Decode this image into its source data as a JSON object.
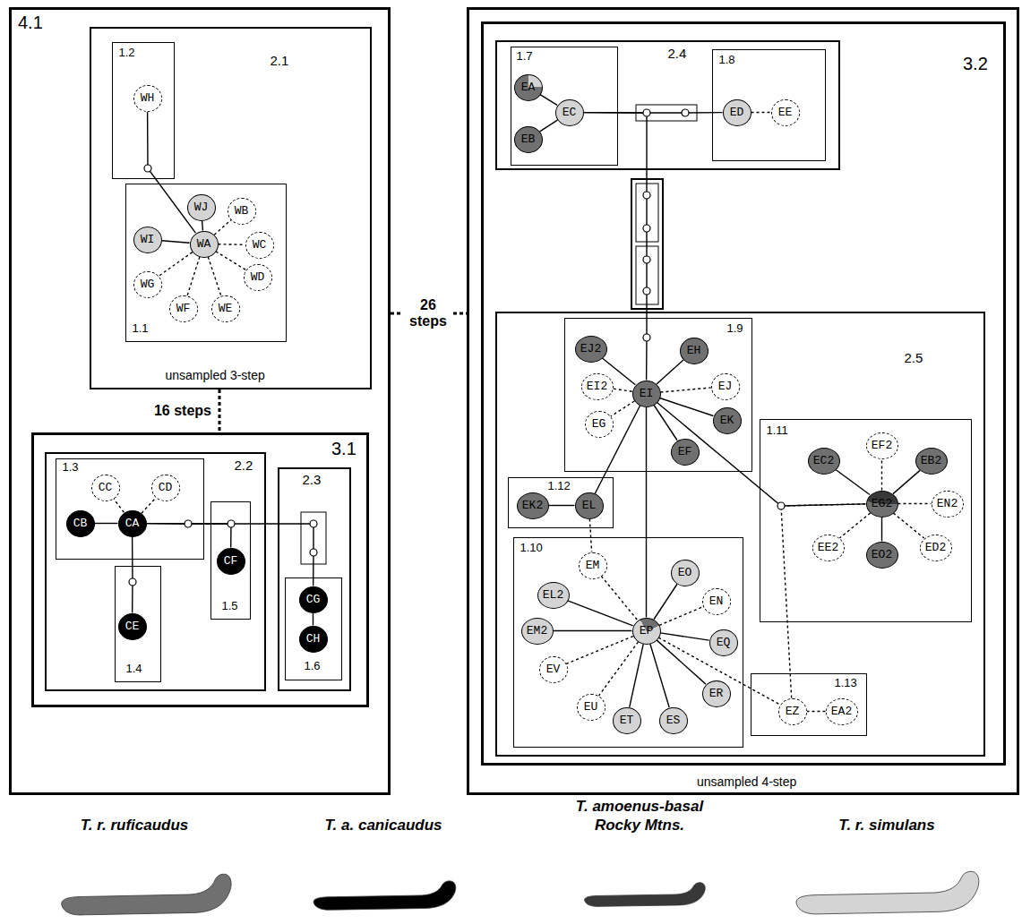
{
  "diagram": {
    "nodes": [
      {
        "text": [
          "4.1"
        ]
      },
      {
        "text": [
          "2.1",
          "unsampled 3-step"
        ],
        "in": 0
      },
      {
        "text": [
          "1.2"
        ],
        "in": 1
      },
      {
        "text": [
          "WH"
        ],
        "in": 2
      },
      {
        "text": [
          "1.1"
        ],
        "in": 1
      },
      {
        "text": [
          "WJ"
        ],
        "in": 4
      },
      {
        "text": [
          "WB"
        ],
        "in": 4
      },
      {
        "text": [
          "WI"
        ],
        "in": 4
      },
      {
        "text": [
          "WA"
        ],
        "in": 4
      },
      {
        "text": [
          "WC"
        ],
        "in": 4
      },
      {
        "text": [
          "WG"
        ],
        "in": 4
      },
      {
        "text": [
          "WD"
        ],
        "in": 4
      },
      {
        "text": [
          "WF"
        ],
        "in": 4
      },
      {
        "text": [
          "WE"
        ],
        "in": 4
      },
      {
        "text": [
          "3.1"
        ],
        "in": 0
      },
      {
        "text": [
          "2.2"
        ],
        "in": 14
      },
      {
        "text": [
          "1.3"
        ],
        "in": 15
      },
      {
        "text": [
          "CC"
        ],
        "in": 16
      },
      {
        "text": [
          "CD"
        ],
        "in": 16
      },
      {
        "text": [
          "CB"
        ],
        "in": 16
      },
      {
        "text": [
          "CA"
        ],
        "in": 16
      },
      {
        "text": [
          "1.5"
        ],
        "in": 15
      },
      {
        "text": [
          "CF"
        ],
        "in": 21
      },
      {
        "text": [
          "1.4"
        ],
        "in": 15
      },
      {
        "text": [
          "CE"
        ],
        "in": 23
      },
      {
        "text": [
          "2.3"
        ],
        "in": 14
      },
      {
        "text": [
          "1.6"
        ],
        "in": 25
      },
      {
        "text": [
          "CG"
        ],
        "in": 26
      },
      {
        "text": [
          "CH"
        ],
        "in": 26
      },
      {
        "text": [
          "unsampled 4-step"
        ]
      },
      {
        "text": [
          "3.2"
        ],
        "in": 29
      },
      {
        "text": [
          "2.4"
        ],
        "in": 30
      },
      {
        "text": [
          "1.7"
        ],
        "in": 31
      },
      {
        "text": [
          "EA"
        ],
        "in": 32
      },
      {
        "text": [
          "EC"
        ],
        "in": 32
      },
      {
        "text": [
          "EB"
        ],
        "in": 32
      },
      {
        "text": [
          "1.8"
        ],
        "in": 31
      },
      {
        "text": [
          "ED"
        ],
        "in": 36
      },
      {
        "text": [
          "EE"
        ],
        "in": 36
      },
      {
        "text": [
          "2.5"
        ],
        "in": 30
      },
      {
        "text": [
          "1.9"
        ],
        "in": 39
      },
      {
        "text": [
          "EJ2"
        ],
        "in": 40
      },
      {
        "text": [
          "EH"
        ],
        "in": 40
      },
      {
        "text": [
          "EI2"
        ],
        "in": 40
      },
      {
        "text": [
          "EJ"
        ],
        "in": 40
      },
      {
        "text": [
          "EI"
        ],
        "in": 40
      },
      {
        "text": [
          "EG"
        ],
        "in": 40
      },
      {
        "text": [
          "EK"
        ],
        "in": 40
      },
      {
        "text": [
          "EF"
        ],
        "in": 40
      },
      {
        "text": [
          "1.11"
        ],
        "in": 39
      },
      {
        "text": [
          "EC2"
        ],
        "in": 49
      },
      {
        "text": [
          "EF2"
        ],
        "in": 49
      },
      {
        "text": [
          "EB2"
        ],
        "in": 49
      },
      {
        "text": [
          "EG2"
        ],
        "in": 49
      },
      {
        "text": [
          "EN2"
        ],
        "in": 49
      },
      {
        "text": [
          "EE2"
        ],
        "in": 49
      },
      {
        "text": [
          "EO2"
        ],
        "in": 49
      },
      {
        "text": [
          "ED2"
        ],
        "in": 49
      },
      {
        "text": [
          "1.12"
        ],
        "in": 39
      },
      {
        "text": [
          "EK2"
        ],
        "in": 58
      },
      {
        "text": [
          "EL"
        ],
        "in": 58
      },
      {
        "text": [
          "1.10"
        ],
        "in": 39
      },
      {
        "text": [
          "EM"
        ],
        "in": 61
      },
      {
        "text": [
          "EO"
        ],
        "in": 61
      },
      {
        "text": [
          "EL2"
        ],
        "in": 61
      },
      {
        "text": [
          "EN"
        ],
        "in": 61
      },
      {
        "text": [
          "EM2"
        ],
        "in": 61
      },
      {
        "text": [
          "EP"
        ],
        "in": 61
      },
      {
        "text": [
          "EQ"
        ],
        "in": 61
      },
      {
        "text": [
          "EV"
        ],
        "in": 61
      },
      {
        "text": [
          "ER"
        ],
        "in": 61
      },
      {
        "text": [
          "EU"
        ],
        "in": 61
      },
      {
        "text": [
          "ET"
        ],
        "in": 61
      },
      {
        "text": [
          "ES"
        ],
        "in": 61
      },
      {
        "text": [
          "1.13"
        ],
        "in": 39
      },
      {
        "text": [
          "EZ"
        ],
        "in": 74
      },
      {
        "text": [
          "EA2"
        ],
        "in": 74
      }
    ],
    "edges": [
      {
        "from": 3,
        "to": 8,
        "arrow": "none"
      },
      {
        "from": 8,
        "to": 5,
        "arrow": "none"
      },
      {
        "from": 8,
        "to": 6,
        "arrow": "none"
      },
      {
        "from": 8,
        "to": 7,
        "arrow": "none"
      },
      {
        "from": 8,
        "to": 9,
        "arrow": "none"
      },
      {
        "from": 8,
        "to": 10,
        "arrow": "none"
      },
      {
        "from": 8,
        "to": 11,
        "arrow": "none"
      },
      {
        "from": 8,
        "to": 12,
        "arrow": "none"
      },
      {
        "from": 8,
        "to": 13,
        "arrow": "none"
      },
      {
        "from": 1,
        "to": 14,
        "label": "16 steps",
        "arrow": "none"
      },
      {
        "from": 0,
        "to": 29,
        "label": "26 steps",
        "arrow": "none"
      },
      {
        "from": 20,
        "to": 17,
        "arrow": "none"
      },
      {
        "from": 20,
        "to": 18,
        "arrow": "none"
      },
      {
        "from": 20,
        "to": 19,
        "arrow": "none"
      },
      {
        "from": 20,
        "to": 24,
        "arrow": "none"
      },
      {
        "from": 20,
        "to": 22,
        "arrow": "none"
      },
      {
        "from": 20,
        "to": 27,
        "arrow": "none"
      },
      {
        "from": 27,
        "to": 28,
        "arrow": "none"
      },
      {
        "from": 33,
        "to": 34,
        "arrow": "none"
      },
      {
        "from": 35,
        "to": 34,
        "arrow": "none"
      },
      {
        "from": 34,
        "to": 37,
        "arrow": "none"
      },
      {
        "from": 37,
        "to": 38,
        "arrow": "none"
      },
      {
        "from": 34,
        "to": 45,
        "arrow": "none"
      },
      {
        "from": 45,
        "to": 41,
        "arrow": "none"
      },
      {
        "from": 45,
        "to": 42,
        "arrow": "none"
      },
      {
        "from": 45,
        "to": 43,
        "arrow": "none"
      },
      {
        "from": 45,
        "to": 44,
        "arrow": "none"
      },
      {
        "from": 45,
        "to": 46,
        "arrow": "none"
      },
      {
        "from": 45,
        "to": 47,
        "arrow": "none"
      },
      {
        "from": 45,
        "to": 48,
        "arrow": "none"
      },
      {
        "from": 45,
        "to": 53,
        "arrow": "none"
      },
      {
        "from": 75,
        "to": 53,
        "arrow": "none"
      },
      {
        "from": 53,
        "to": 50,
        "arrow": "none"
      },
      {
        "from": 53,
        "to": 51,
        "arrow": "none"
      },
      {
        "from": 53,
        "to": 52,
        "arrow": "none"
      },
      {
        "from": 53,
        "to": 54,
        "arrow": "none"
      },
      {
        "from": 53,
        "to": 55,
        "arrow": "none"
      },
      {
        "from": 53,
        "to": 56,
        "arrow": "none"
      },
      {
        "from": 53,
        "to": 57,
        "arrow": "none"
      },
      {
        "from": 45,
        "to": 60,
        "arrow": "none"
      },
      {
        "from": 60,
        "to": 59,
        "arrow": "none"
      },
      {
        "from": 60,
        "to": 62,
        "arrow": "none"
      },
      {
        "from": 62,
        "to": 67,
        "arrow": "none"
      },
      {
        "from": 45,
        "to": 67,
        "arrow": "none"
      },
      {
        "from": 67,
        "to": 63,
        "arrow": "none"
      },
      {
        "from": 67,
        "to": 64,
        "arrow": "none"
      },
      {
        "from": 67,
        "to": 65,
        "arrow": "none"
      },
      {
        "from": 67,
        "to": 66,
        "arrow": "none"
      },
      {
        "from": 67,
        "to": 68,
        "arrow": "none"
      },
      {
        "from": 67,
        "to": 69,
        "arrow": "none"
      },
      {
        "from": 67,
        "to": 70,
        "arrow": "none"
      },
      {
        "from": 67,
        "to": 71,
        "arrow": "none"
      },
      {
        "from": 67,
        "to": 72,
        "arrow": "none"
      },
      {
        "from": 67,
        "to": 73,
        "arrow": "none"
      },
      {
        "from": 67,
        "to": 75,
        "arrow": "none"
      },
      {
        "from": 75,
        "to": 76,
        "arrow": "none"
      }
    ],
    "legend": [
      {
        "text": "T. r. ruficaudus",
        "color": "#707070"
      },
      {
        "text": "T. a. canicaudus",
        "color": "#000000"
      },
      {
        "text": "T. amoenus-basal Rocky Mtns.",
        "color": "#383838"
      },
      {
        "text": "T. r. simulans",
        "color": "#d4d4d4"
      }
    ]
  }
}
